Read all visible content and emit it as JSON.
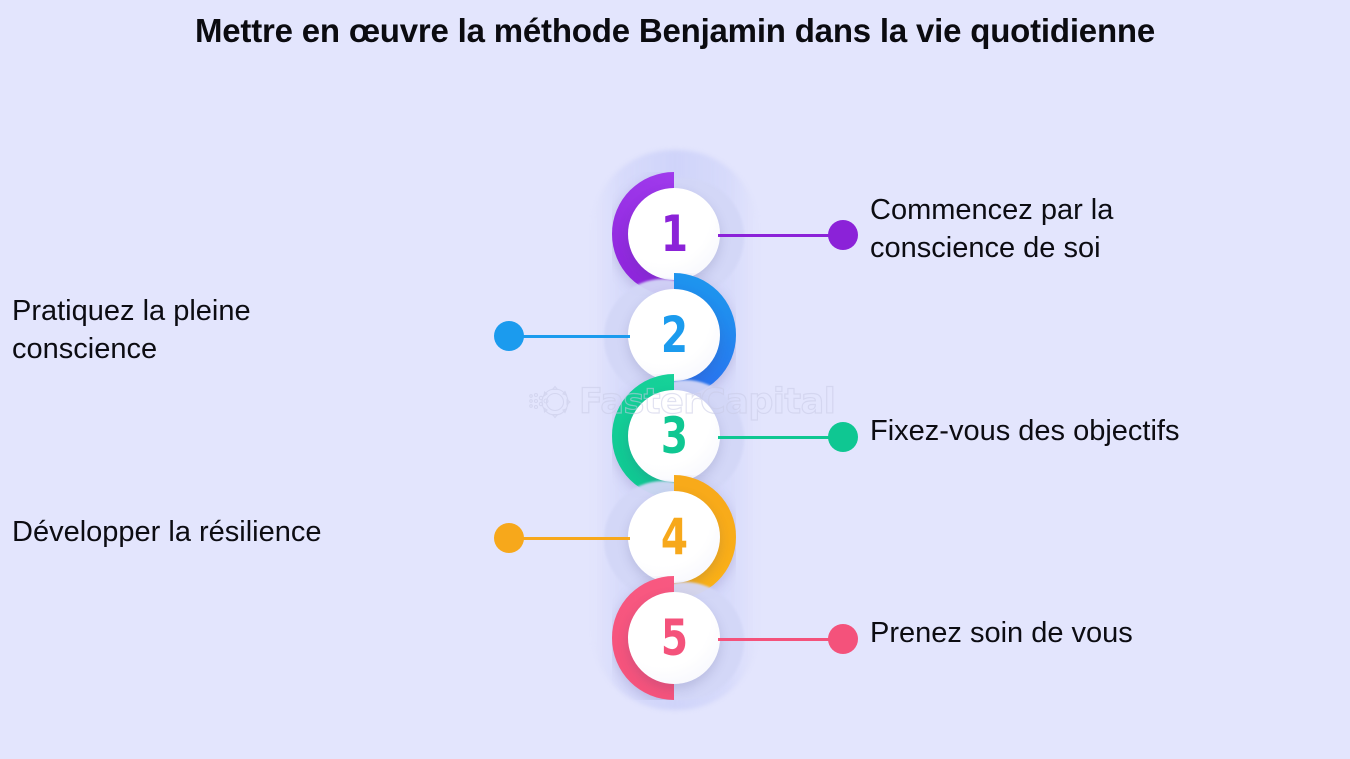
{
  "page": {
    "title": "Mettre en œuvre la méthode Benjamin dans la vie quotidienne",
    "background_color": "#e3e5fd",
    "band_color": "#d3d7f7"
  },
  "watermark": {
    "text": "FasterCapital",
    "icon": "gear-network-icon",
    "color": "#c9cbe6"
  },
  "steps": [
    {
      "number": "1",
      "label": "Commencez par la\nconscience de soi",
      "color": "#8b22d8",
      "color_light": "#a33ef0",
      "side": "right",
      "arc_side": "left"
    },
    {
      "number": "2",
      "label": "Pratiquez la pleine\nconscience",
      "color": "#1b9bee",
      "color_light": "#2f66f0",
      "side": "left",
      "arc_side": "right"
    },
    {
      "number": "3",
      "label": "Fixez-vous des objectifs",
      "color": "#0fc792",
      "color_light": "#17d39a",
      "side": "right",
      "arc_side": "left"
    },
    {
      "number": "4",
      "label": "Développer la résilience",
      "color": "#f7a81b",
      "color_light": "#fbb415",
      "side": "left",
      "arc_side": "right"
    },
    {
      "number": "5",
      "label": "Prenez soin de vous",
      "color": "#f4527b",
      "color_light": "#f95a82",
      "side": "right",
      "arc_side": "left"
    }
  ]
}
